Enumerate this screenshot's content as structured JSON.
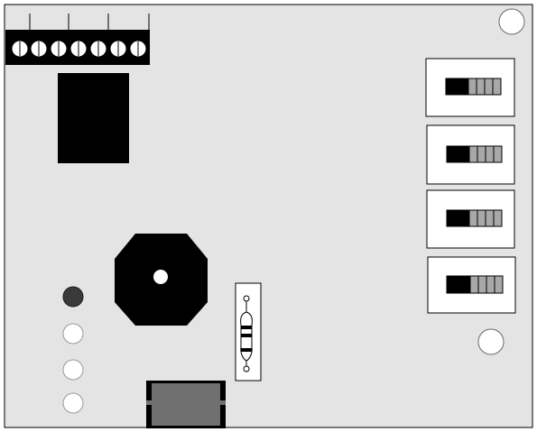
{
  "board": {
    "background_color": "#e4e4e4",
    "outline_color": "#000000",
    "mounting_hole_color": "#ffffff",
    "components": {
      "terminal_block": {
        "pin_count": 7,
        "lead_count": 4,
        "color": "#000000",
        "screw_color": "#ffffff"
      },
      "relay": {
        "color": "#000000"
      },
      "buzzer": {
        "shape": "octagon",
        "color": "#000000",
        "center_hole_color": "#ffffff"
      },
      "leds": [
        {
          "state": "on",
          "color": "#3a3a3a"
        },
        {
          "state": "off",
          "color": "#ffffff"
        },
        {
          "state": "off",
          "color": "#ffffff"
        },
        {
          "state": "off",
          "color": "#ffffff"
        }
      ],
      "resistor": {
        "body_color": "#ffffff",
        "band_color": "#000000"
      },
      "inductor": {
        "color": "#707070"
      },
      "dip_switches": [
        {
          "positions": 4,
          "slider_color": "#000000",
          "segment_color": "#a8a8a8"
        },
        {
          "positions": 4,
          "slider_color": "#000000",
          "segment_color": "#a8a8a8"
        },
        {
          "positions": 4,
          "slider_color": "#000000",
          "segment_color": "#a8a8a8"
        },
        {
          "positions": 4,
          "slider_color": "#000000",
          "segment_color": "#a8a8a8"
        }
      ]
    }
  }
}
